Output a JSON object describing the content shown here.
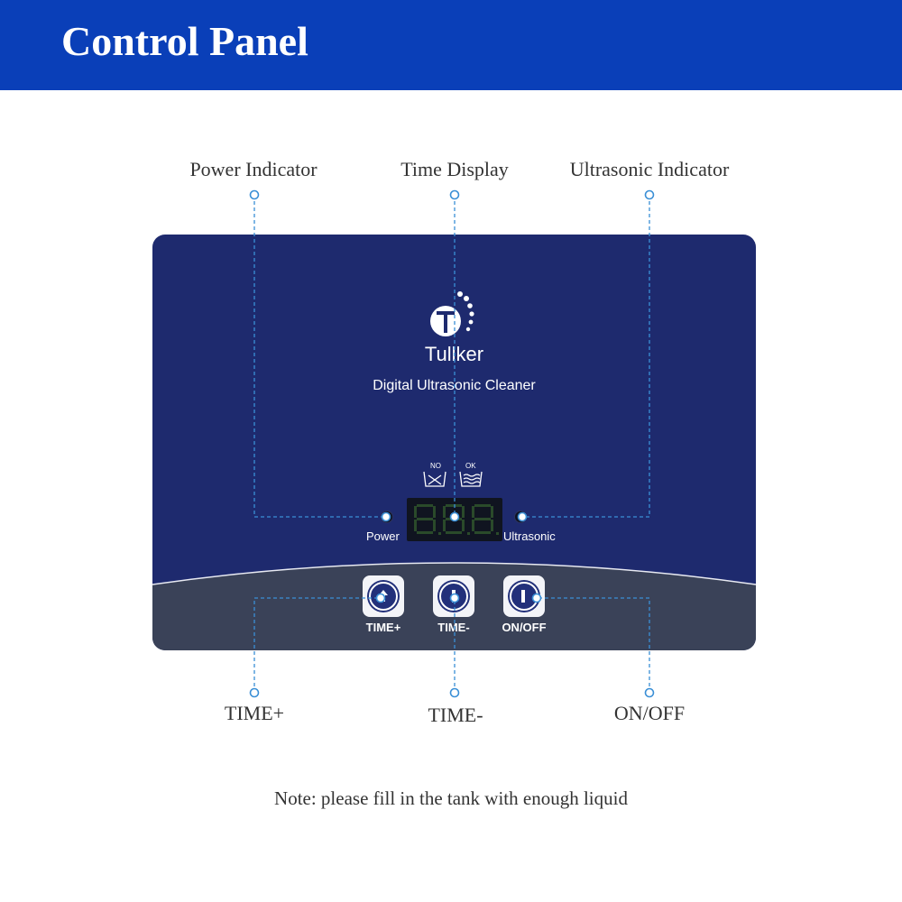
{
  "header": {
    "title": "Control Panel"
  },
  "callouts": {
    "power_indicator": "Power Indicator",
    "time_display": "Time Display",
    "ultrasonic_indicator": "Ultrasonic Indicator",
    "time_plus": "TIME+",
    "time_minus": "TIME-",
    "on_off": "ON/OFF"
  },
  "panel": {
    "brand": "Tullker",
    "subtitle": "Digital Ultrasonic Cleaner",
    "water_no": "NO",
    "water_ok": "OK",
    "power_label": "Power",
    "ultrasonic_label": "Ultrasonic",
    "buttons": {
      "time_plus": "TIME+",
      "time_minus": "TIME-",
      "on_off": "ON/OFF"
    }
  },
  "note": "Note: please fill in the tank with enough liquid",
  "colors": {
    "header": "#0a3fb8",
    "panel": "#1e2a6e",
    "panel_lower": "#3a4258",
    "callout_line": "#3a8fd6",
    "segment_off": "#2a4a2a"
  }
}
